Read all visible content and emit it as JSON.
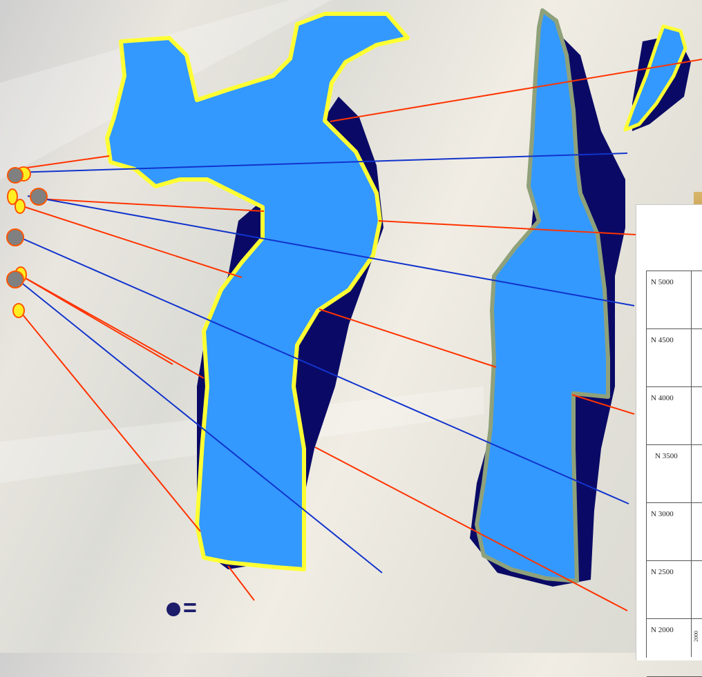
{
  "table": {
    "rows": [
      "N 5000",
      "N 4500",
      "N 4000",
      "N 3500",
      "N 3000",
      "N 2500",
      "N 2000"
    ],
    "side_label": "2000"
  },
  "legend": {
    "symbol": "=",
    "dot_color": "#1c1c6a"
  },
  "colors": {
    "shape_fill": "#3399ff",
    "shadow_fill": "#0a0a66",
    "left_outline": "#ffff33",
    "right_outline": "#8fa17a",
    "red_line": "#ff3300",
    "blue_line": "#1133cc",
    "marker_gray": "#808080",
    "marker_yellow": "#ffee22"
  }
}
